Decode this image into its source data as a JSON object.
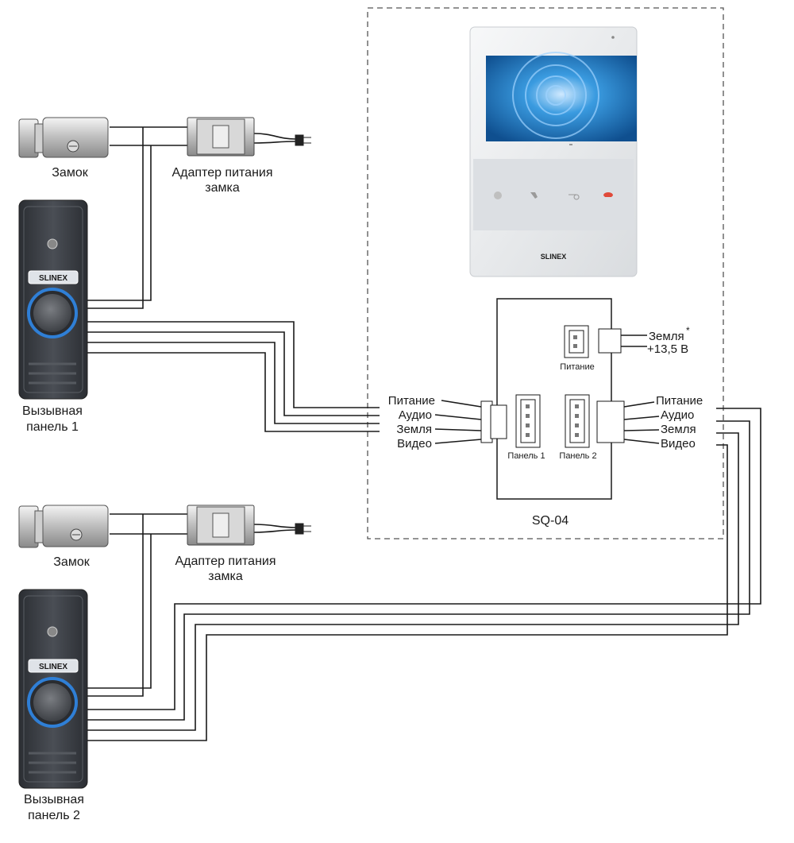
{
  "labels": {
    "lock1": "Замок",
    "adapter1": [
      "Адаптер питания",
      "замка"
    ],
    "panel1": [
      "Вызывная",
      "панель 1"
    ],
    "lock2": "Замок",
    "adapter2": [
      "Адаптер питания",
      "замка"
    ],
    "panel2": [
      "Вызывная",
      "панель 2"
    ],
    "module": "SQ-04",
    "power_connector": "Питание",
    "panel1_connector": "Панель 1",
    "panel2_connector": "Панель 2",
    "power_ground": "Земля",
    "power_voltage": "+13,5 В",
    "asterisk": "*",
    "brand": "SLINEX"
  },
  "left_wires": [
    "Питание",
    "Аудио",
    "Земля",
    "Видео"
  ],
  "right_wires": [
    "Питание",
    "Аудио",
    "Земля",
    "Видео"
  ],
  "colors": {
    "line": "#1a1a1a",
    "panel_body": "#3a3d42",
    "button_ring": "#2f7fd6",
    "screen": "#1f6fb8",
    "monitor_body": "#e9ebee"
  }
}
